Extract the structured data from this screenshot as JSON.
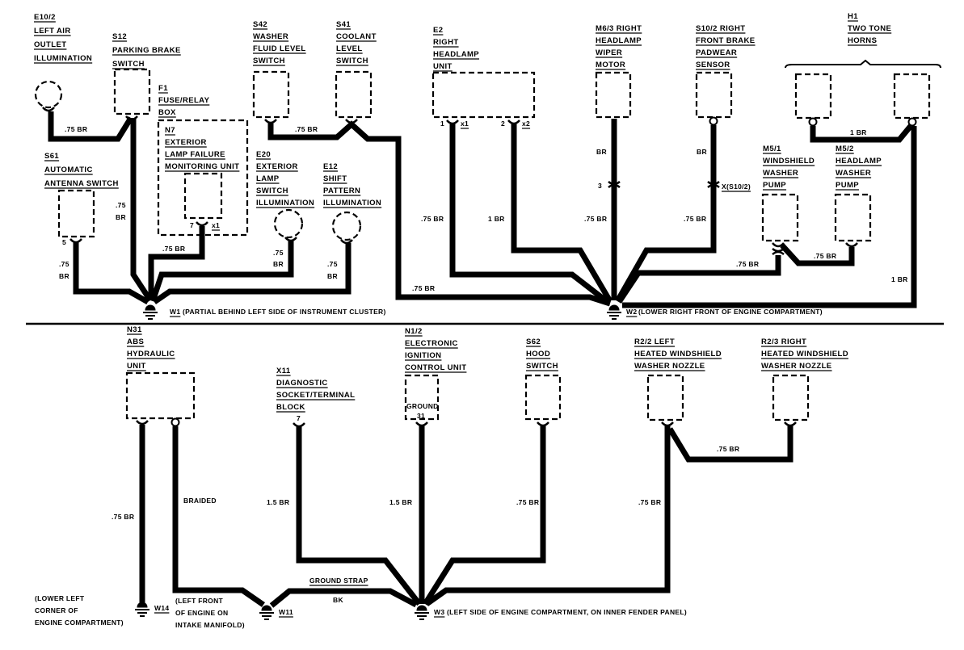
{
  "diagram": {
    "type": "ground distribution wiring diagram",
    "colors": {
      "ink": "#000000",
      "paper": "#ffffff"
    },
    "components": [
      {
        "id": "E10/2",
        "lines": [
          "E10/2",
          "LEFT AIR",
          "OUTLET",
          "ILLUMINATION"
        ],
        "shape": "lamp"
      },
      {
        "id": "S12",
        "lines": [
          "S12",
          "PARKING BRAKE",
          "SWITCH"
        ],
        "shape": "box"
      },
      {
        "id": "F1",
        "lines": [
          "F1",
          "FUSE/RELAY",
          "BOX"
        ],
        "shape": "box"
      },
      {
        "id": "N7",
        "lines": [
          "N7",
          "EXTERIOR",
          "LAMP FAILURE",
          "MONITORING UNIT"
        ],
        "shape": "box",
        "pins": [
          "7",
          "x1"
        ]
      },
      {
        "id": "S61",
        "lines": [
          "S61",
          "AUTOMATIC",
          "ANTENNA SWITCH"
        ],
        "shape": "box",
        "pins": [
          "5"
        ]
      },
      {
        "id": "S42",
        "lines": [
          "S42",
          "WASHER",
          "FLUID LEVEL",
          "SWITCH"
        ],
        "shape": "box"
      },
      {
        "id": "S41",
        "lines": [
          "S41",
          "COOLANT",
          "LEVEL",
          "SWITCH"
        ],
        "shape": "box"
      },
      {
        "id": "E20",
        "lines": [
          "E20",
          "EXTERIOR",
          "LAMP",
          "SWITCH",
          "ILLUMINATION"
        ],
        "shape": "lamp"
      },
      {
        "id": "E12",
        "lines": [
          "E12",
          "SHIFT",
          "PATTERN",
          "ILLUMINATION"
        ],
        "shape": "lamp"
      },
      {
        "id": "E2",
        "lines": [
          "E2",
          "RIGHT",
          "HEADLAMP",
          "UNIT"
        ],
        "shape": "box",
        "pins": [
          "1",
          "x1",
          "2",
          "x2"
        ]
      },
      {
        "id": "M6/3",
        "lines": [
          "M6/3 RIGHT",
          "HEADLAMP",
          "WIPER",
          "MOTOR"
        ],
        "shape": "box",
        "pins": [
          "3"
        ]
      },
      {
        "id": "S10/2",
        "lines": [
          "S10/2 RIGHT",
          "FRONT BRAKE",
          "PADWEAR",
          "SENSOR"
        ],
        "shape": "box",
        "pins": [
          "X(S10/2)"
        ]
      },
      {
        "id": "H1",
        "lines": [
          "H1",
          "TWO TONE",
          "HORNS"
        ],
        "shape": "box-pair"
      },
      {
        "id": "M5/1",
        "lines": [
          "M5/1",
          "WINDSHIELD",
          "WASHER",
          "PUMP"
        ],
        "shape": "box"
      },
      {
        "id": "M5/2",
        "lines": [
          "M5/2",
          "HEADLAMP",
          "WASHER",
          "PUMP"
        ],
        "shape": "box"
      },
      {
        "id": "N31",
        "lines": [
          "N31",
          "ABS",
          "HYDRAULIC",
          "UNIT"
        ],
        "shape": "box"
      },
      {
        "id": "X11",
        "lines": [
          "X11",
          "DIAGNOSTIC",
          "SOCKET/TERMINAL",
          "BLOCK"
        ],
        "shape": "none",
        "pins": [
          "7"
        ]
      },
      {
        "id": "N1/2",
        "lines": [
          "N1/2",
          "ELECTRONIC",
          "IGNITION",
          "CONTROL UNIT"
        ],
        "shape": "box",
        "inner": [
          "GROUND",
          "31"
        ]
      },
      {
        "id": "S62",
        "lines": [
          "S62",
          "HOOD",
          "SWITCH"
        ],
        "shape": "box"
      },
      {
        "id": "R2/2",
        "lines": [
          "R2/2 LEFT",
          "HEATED WINDSHIELD",
          "WASHER NOZZLE"
        ],
        "shape": "box"
      },
      {
        "id": "R2/3",
        "lines": [
          "R2/3 RIGHT",
          "HEATED WINDSHIELD",
          "WASHER NOZZLE"
        ],
        "shape": "box"
      }
    ],
    "wire_labels": {
      "e10_s12": ".75 BR",
      "s12_w1": [
        ".75",
        "BR"
      ],
      "s61_w1": [
        ".75",
        "BR"
      ],
      "n7_w1": ".75 BR",
      "e20_w1": [
        ".75",
        "BR"
      ],
      "e12_w1": [
        ".75",
        "BR"
      ],
      "s42_s41": ".75 BR",
      "s41_w2": ".75 BR",
      "e2_pin1": ".75 BR",
      "e2_pin2": "1 BR",
      "m63_upper": "BR",
      "m63_lower": ".75 BR",
      "s102_upper": "BR",
      "s102_lower": ".75 BR",
      "horns": "1 BR",
      "horns_w2": "1 BR",
      "m51_w2": ".75 BR",
      "m51_m52": ".75 BR",
      "n31_w14": ".75 BR",
      "n31_w11": "BRAIDED",
      "x11_w3": "1.5 BR",
      "n12_w3": "1.5 BR",
      "s62_w3": ".75 BR",
      "r22_w3": ".75 BR",
      "r22_r23": ".75 BR",
      "ground_strap": "GROUND STRAP",
      "ground_strap_color": "BK"
    },
    "grounds": [
      {
        "id": "W1",
        "desc": "(PARTIAL BEHIND LEFT SIDE OF INSTRUMENT CLUSTER)"
      },
      {
        "id": "W2",
        "desc": "(LOWER RIGHT FRONT OF ENGINE COMPARTMENT)"
      },
      {
        "id": "W3",
        "desc": "(LEFT SIDE OF ENGINE COMPARTMENT, ON INNER FENDER PANEL)"
      },
      {
        "id": "W11",
        "desc": [
          "(LEFT FRONT",
          "OF ENGINE ON",
          "INTAKE MANIFOLD)"
        ]
      },
      {
        "id": "W14",
        "desc": [
          "(LOWER LEFT",
          "CORNER OF",
          "ENGINE COMPARTMENT)"
        ]
      }
    ]
  }
}
